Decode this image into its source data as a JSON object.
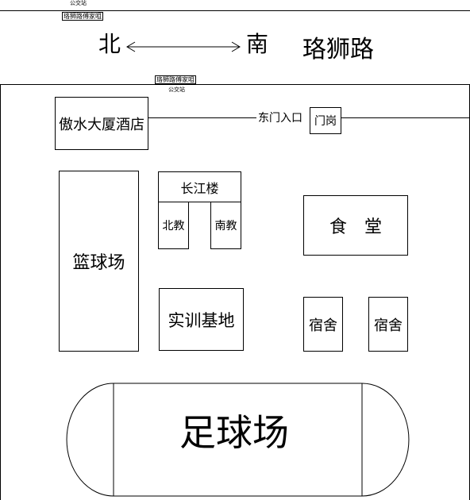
{
  "road": {
    "name": "珞狮路",
    "direction_north": "北",
    "direction_south": "南",
    "bus_stop_top": {
      "sign": "珞狮路傅家咀",
      "label": "公交站"
    },
    "bus_stop_bottom": {
      "sign": "珞狮路傅家咀",
      "label": "公交站"
    }
  },
  "entrance": {
    "label": "东门入口",
    "gatehouse": "门岗"
  },
  "buildings": {
    "hotel": "傲水大厦酒店",
    "changjiang": "长江楼",
    "north_teaching": "北教",
    "south_teaching": "南教",
    "canteen": "食　堂",
    "basketball": "篮球场",
    "training_base": "实训基地",
    "dorm_1": "宿舍",
    "dorm_2": "宿舍",
    "football": "足球场"
  }
}
